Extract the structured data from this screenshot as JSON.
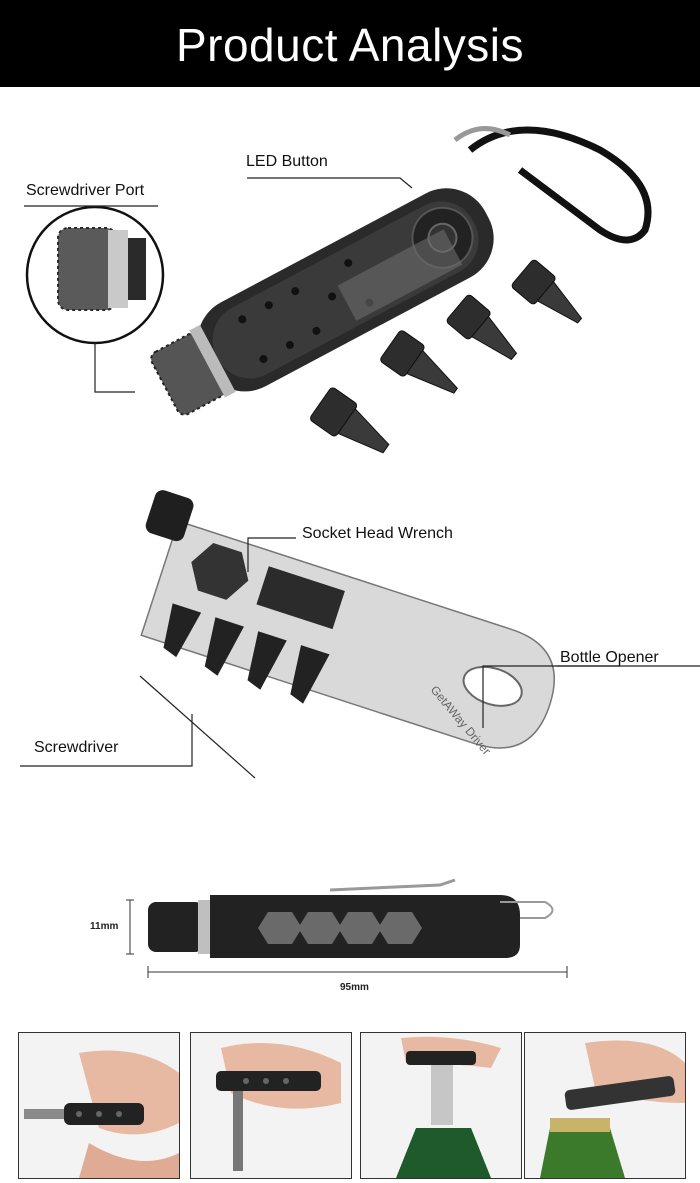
{
  "header": {
    "title": "Product Analysis"
  },
  "section1": {
    "led_label": "LED Button",
    "port_label": "Screwdriver Port"
  },
  "section2": {
    "socket_label": "Socket Head Wrench",
    "bottle_label": "Bottle Opener",
    "screwdriver_label": "Screwdriver",
    "engraving": "GetAWay Driver"
  },
  "section3": {
    "height_label": "11mm",
    "length_label": "95mm"
  },
  "photos": [
    {
      "name": "using-screwdriver-horizontal"
    },
    {
      "name": "using-screwdriver-vertical"
    },
    {
      "name": "using-socket-wrench-on-bottle"
    },
    {
      "name": "using-bottle-opener"
    }
  ]
}
